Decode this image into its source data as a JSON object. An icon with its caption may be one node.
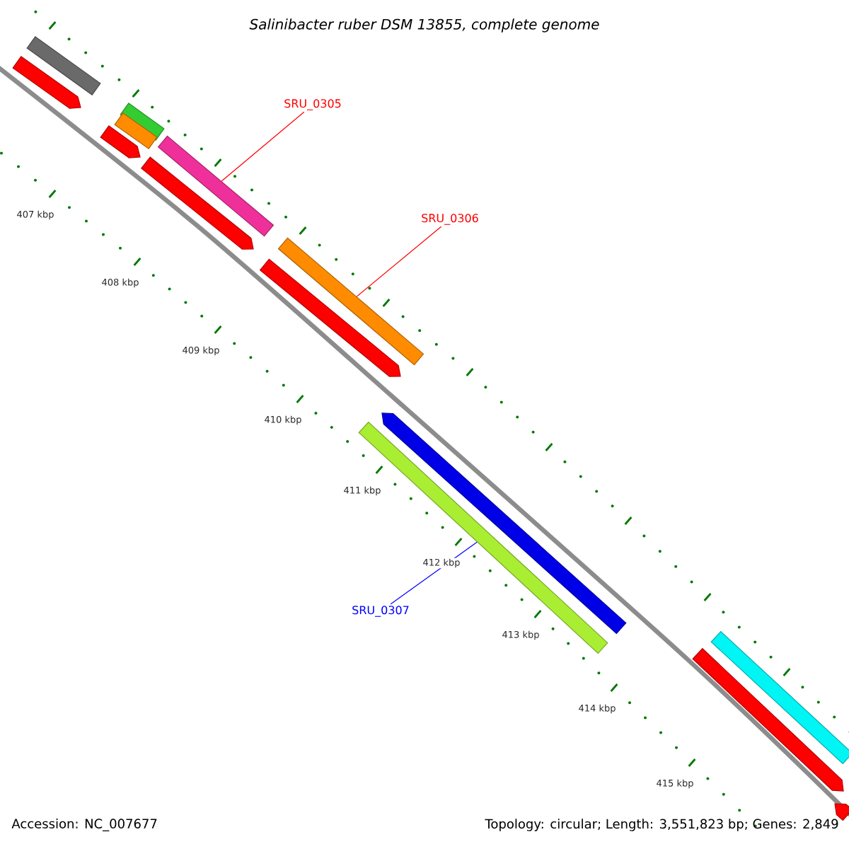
{
  "diagram": {
    "title": "Salinibacter ruber DSM 13855, complete genome",
    "nodes": [
      {
        "text": [
          "SRU_0305"
        ]
      },
      {
        "text": [],
        "shape": "bar"
      },
      {
        "text": [
          "SRU_0306"
        ]
      },
      {
        "text": [],
        "shape": "bar"
      },
      {
        "text": [
          "SRU_0307"
        ]
      },
      {
        "text": [],
        "shape": "bar"
      }
    ],
    "edges": [
      {
        "from": 0,
        "to": 1,
        "arrow": "none"
      },
      {
        "from": 2,
        "to": 3,
        "arrow": "none"
      },
      {
        "from": 4,
        "to": 5,
        "arrow": "none",
        "color": "#0000ff"
      }
    ],
    "labels": [
      "407 kbp",
      "408 kbp",
      "409 kbp",
      "410 kbp",
      "411 kbp",
      "412 kbp",
      "413 kbp",
      "414 kbp",
      "415 kbp",
      "Accession: NC_007677",
      "Topology: circular; Length: 3,551,823 bp; Genes: 2,849"
    ]
  }
}
